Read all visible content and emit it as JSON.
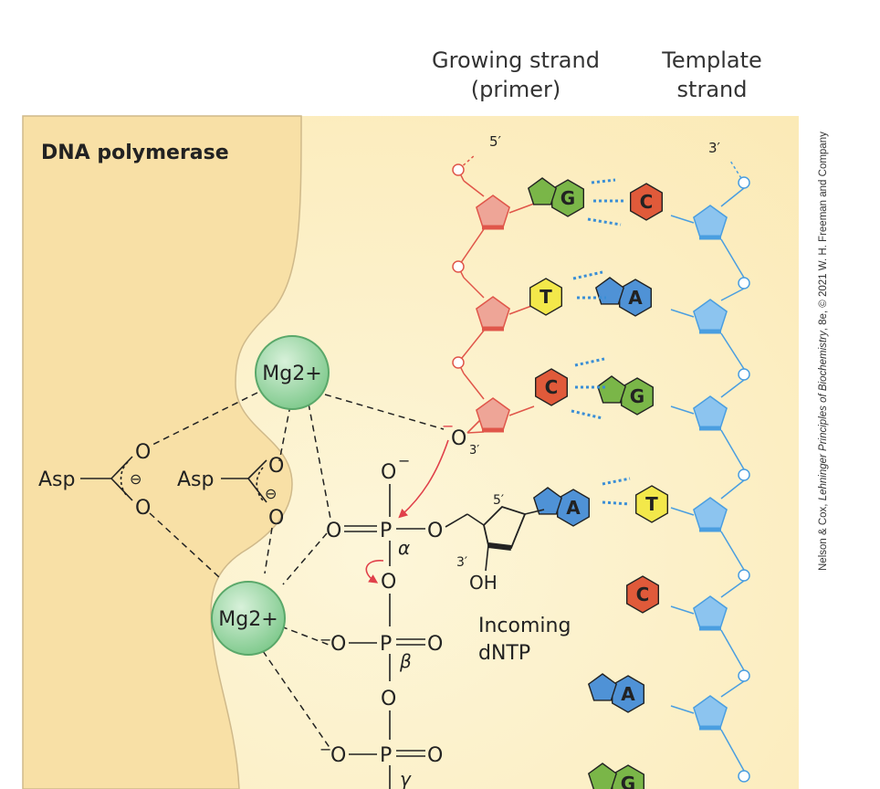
{
  "headers": {
    "growing_line1": "Growing strand",
    "growing_line2": "(primer)",
    "template_line1": "Template",
    "template_line2": "strand"
  },
  "enzyme_label": "DNA polymerase",
  "metal_ion": "Mg2+",
  "residue_label": "Asp",
  "strand_ends": {
    "primer_5": "5′",
    "template_3": "3′",
    "primer_3": "3′"
  },
  "primer_bases": [
    "G",
    "T",
    "C"
  ],
  "template_bases": [
    "C",
    "A",
    "G",
    "T",
    "C",
    "A",
    "G"
  ],
  "incoming_base": "A",
  "phosphate": {
    "alpha": "α",
    "beta": "β",
    "gamma": "γ"
  },
  "sugar_labels": {
    "five_prime": "5′",
    "three_prime": "3′",
    "oh": "OH"
  },
  "incoming_label_line1": "Incoming",
  "incoming_label_line2": "dNTP",
  "credit_author": "Nelson & Cox, ",
  "credit_title": "Lehninger Principles of Biochemistry",
  "credit_rest": ", 8e, © 2021 W. H. Freeman and Company",
  "colors": {
    "G": "#7ab648",
    "C": "#e05a3a",
    "T": "#f3e84a",
    "A": "#4f92d6",
    "primer": "#e0564a",
    "template": "#4a9ee0",
    "mg": "#6cc47e",
    "hbond": "#3a8ed6"
  }
}
